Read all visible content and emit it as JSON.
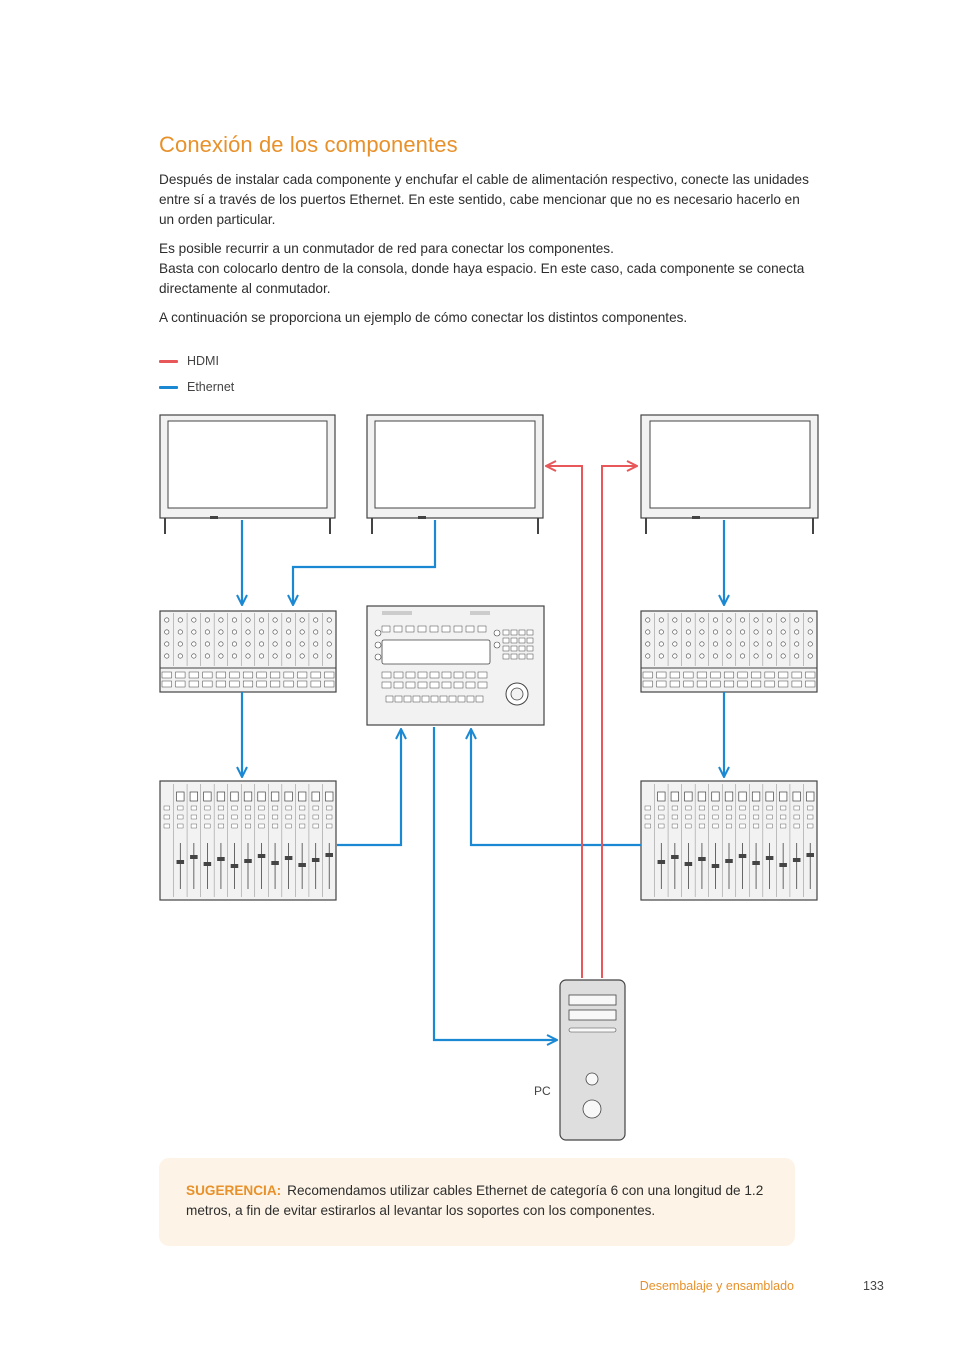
{
  "page": {
    "title": "Conexión de los componentes",
    "paragraphs": [
      "Después de instalar cada componente y enchufar el cable de alimentación respectivo, conecte las unidades entre sí a través de los puertos Ethernet. En este sentido, cabe mencionar que no es necesario hacerlo en un orden particular.",
      "Es posible recurrir a un conmutador de red para conectar los componentes.\nBasta con colocarlo dentro de la consola, donde haya espacio. En este caso, cada componente se conecta directamente al conmutador.",
      "A continuación se proporciona un ejemplo de cómo conectar los distintos componentes."
    ]
  },
  "legend": [
    {
      "label": "HDMI",
      "color": "#e8585a"
    },
    {
      "label": "Ethernet",
      "color": "#1a88d3"
    }
  ],
  "diagram": {
    "pc_label": "PC",
    "hdmi_color": "#e8585a",
    "ethernet_color": "#1a88d3",
    "device_outline": "#444444",
    "device_fill": "#f2f2f2",
    "pc_fill": "#dedede"
  },
  "tip": {
    "label": "SUGERENCIA:",
    "text": "Recomendamos utilizar cables Ethernet de categoría 6 con una longitud de 1.2 metros, a fin de evitar estirarlos al levantar los soportes con los componentes."
  },
  "footer": {
    "section": "Desembalaje y ensamblado",
    "page_number": "133"
  }
}
